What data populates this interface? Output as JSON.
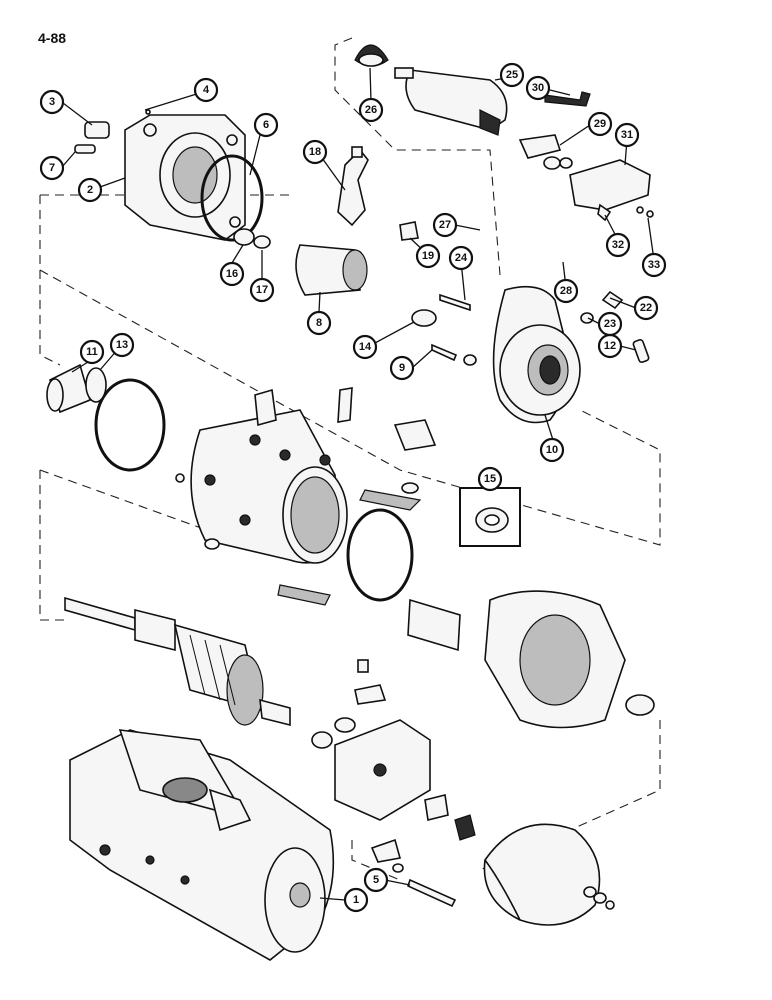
{
  "page": {
    "number": "4-88"
  },
  "callouts": [
    "1",
    "2",
    "3",
    "4",
    "5",
    "6",
    "7",
    "8",
    "9",
    "10",
    "11",
    "12",
    "13",
    "14",
    "15",
    "16",
    "17",
    "18",
    "19",
    "22",
    "23",
    "24",
    "25",
    "26",
    "27",
    "28",
    "29",
    "30",
    "31",
    "32",
    "33"
  ],
  "inset": {
    "label": "15"
  },
  "colors": {
    "ink": "#111111",
    "paper": "#ffffff"
  }
}
